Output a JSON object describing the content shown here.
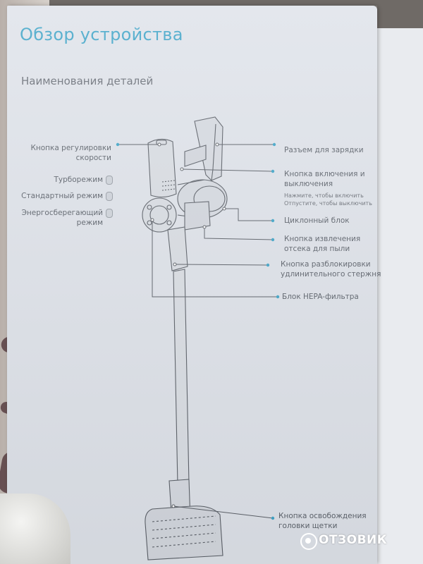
{
  "title": "Обзор устройства",
  "subtitle": "Наименования деталей",
  "labels_left": {
    "speed_button": [
      "Кнопка регулировки",
      "скорости"
    ],
    "turbo": "Турборежим",
    "standard": "Стандартный режим",
    "eco": [
      "Энергосберегающий",
      "режим"
    ]
  },
  "labels_right": {
    "charging_port": "Разъем для зарядки",
    "power_button": [
      "Кнопка включения и",
      "выключения"
    ],
    "power_note": [
      "Нажмите, чтобы включить",
      "Отпустите, чтобы выключить"
    ],
    "cyclone": "Циклонный блок",
    "dust_release": [
      "Кнопка извлечения",
      "отсека для пыли"
    ],
    "rod_release": [
      "Кнопка разблокировки",
      "удлинительного стержня"
    ],
    "hepa": "Блок HEPA-фильтра",
    "brush_release": [
      "Кнопка освобождения",
      "головки щетки"
    ]
  },
  "watermark": "ОТЗОВИК",
  "colors": {
    "accent": "#41a5c8",
    "line": "#5b6068",
    "text": "#5d636c"
  }
}
